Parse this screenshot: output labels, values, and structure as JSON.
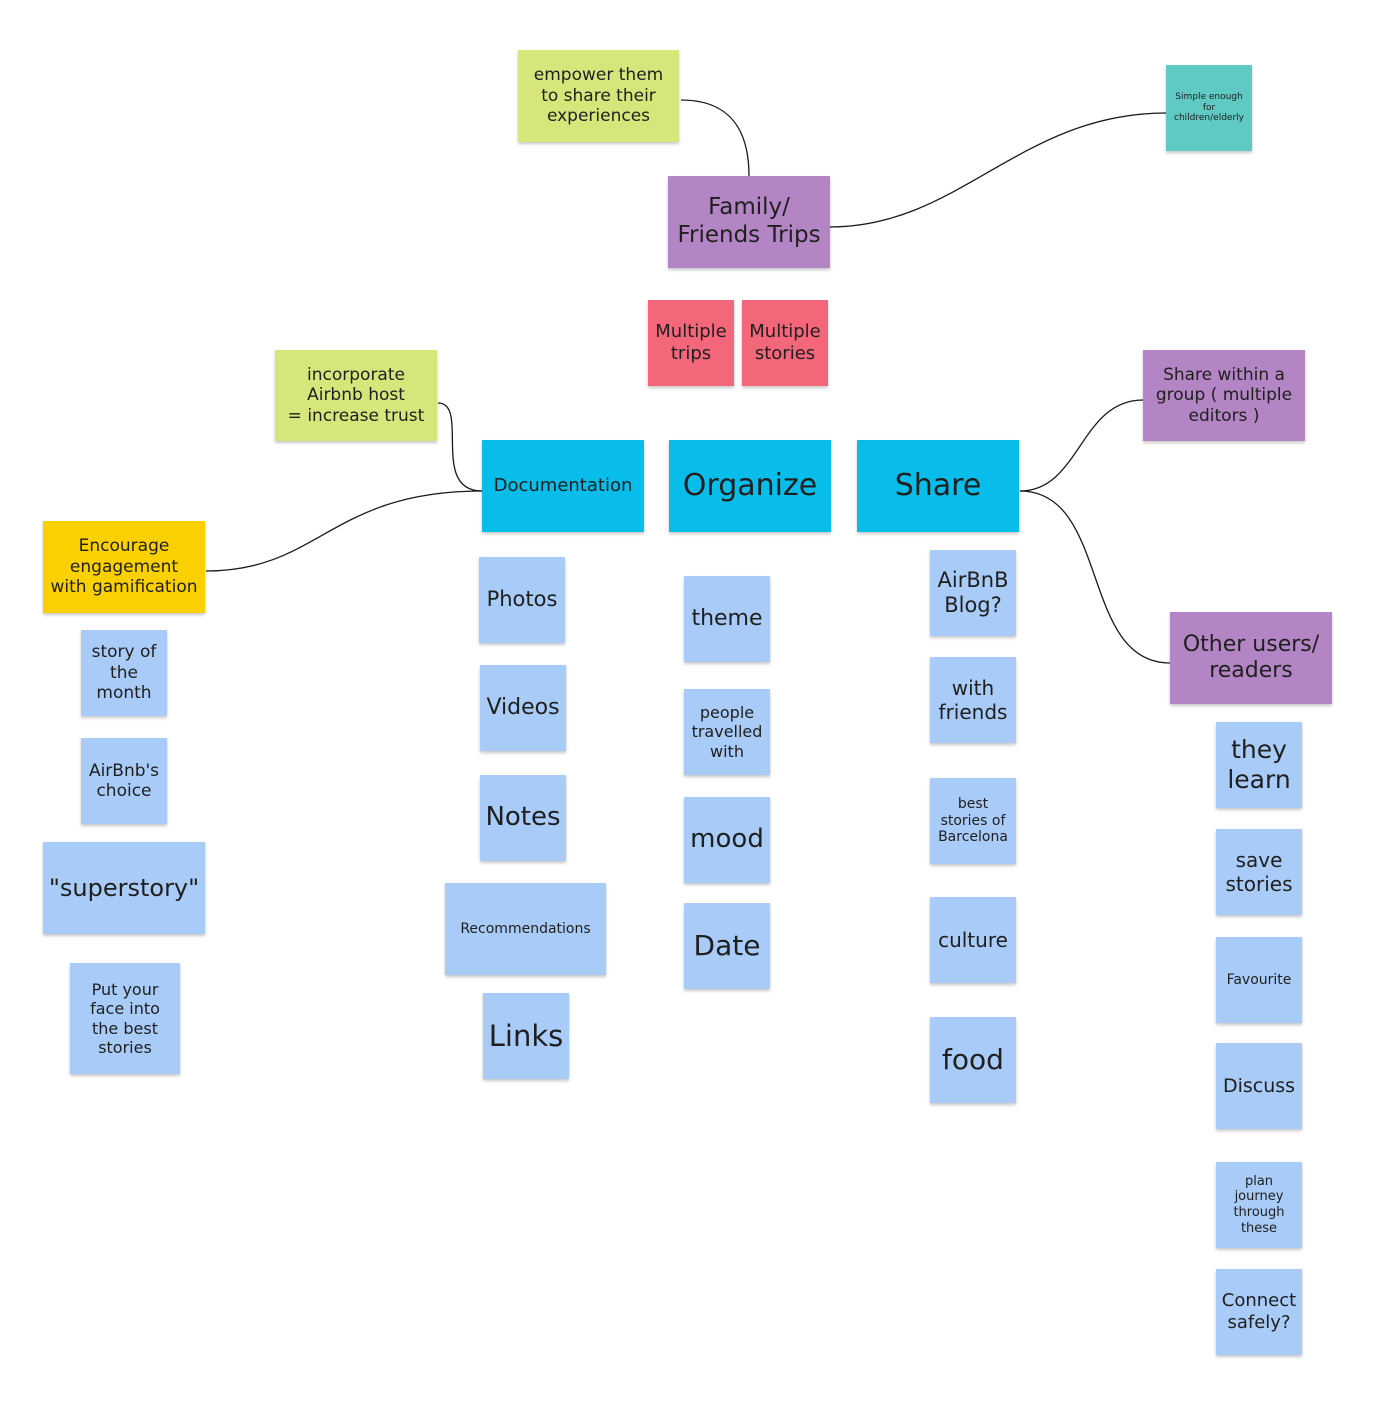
{
  "colors": {
    "connector": "#1a1a1a",
    "blue": "#a8cbf7",
    "cyan": "#08bde9",
    "lime": "#d6e67b",
    "purple": "#b485c4",
    "red": "#f4677b",
    "yellow": "#fbd000",
    "teal": "#5fc9c3"
  },
  "notes": {
    "empower": "empower them\nto share their\nexperiences",
    "family_trips": "Family/\nFriends Trips",
    "simple_enough": "Simple enough\nfor\nchildren/elderly",
    "multiple_trips": "Multiple\ntrips",
    "multiple_stories": "Multiple\nstories",
    "incorporate_host": "incorporate\nAirbnb host\n= increase trust",
    "share_group": "Share within a\ngroup ( multiple\neditors )",
    "documentation": "Documentation",
    "organize": "Organize",
    "share": "Share",
    "encourage": "Encourage\nengagement\nwith gamification",
    "story_month": "story of\nthe\nmonth",
    "airbnb_choice": "AirBnb's\nchoice",
    "superstory": "\"superstory\"",
    "put_face": "Put your\nface into\nthe  best\nstories",
    "photos": "Photos",
    "videos": "Videos",
    "notes": "Notes",
    "recommendations": "Recommendations",
    "links": "Links",
    "theme": "theme",
    "people_travelled": "people\ntravelled\nwith",
    "mood": "mood",
    "date": "Date",
    "airbnb_blog": "AirBnB\nBlog?",
    "with_friends": "with\nfriends",
    "best_stories_barcelona": "best\nstories of\nBarcelona",
    "culture": "culture",
    "food": "food",
    "other_users": "Other users/\nreaders",
    "they_learn": "they\nlearn",
    "save_stories": "save\nstories",
    "favourite": "Favourite",
    "discuss": "Discuss",
    "plan_journey": "plan\njourney\nthrough\nthese",
    "connect_safely": "Connect\nsafely?"
  }
}
